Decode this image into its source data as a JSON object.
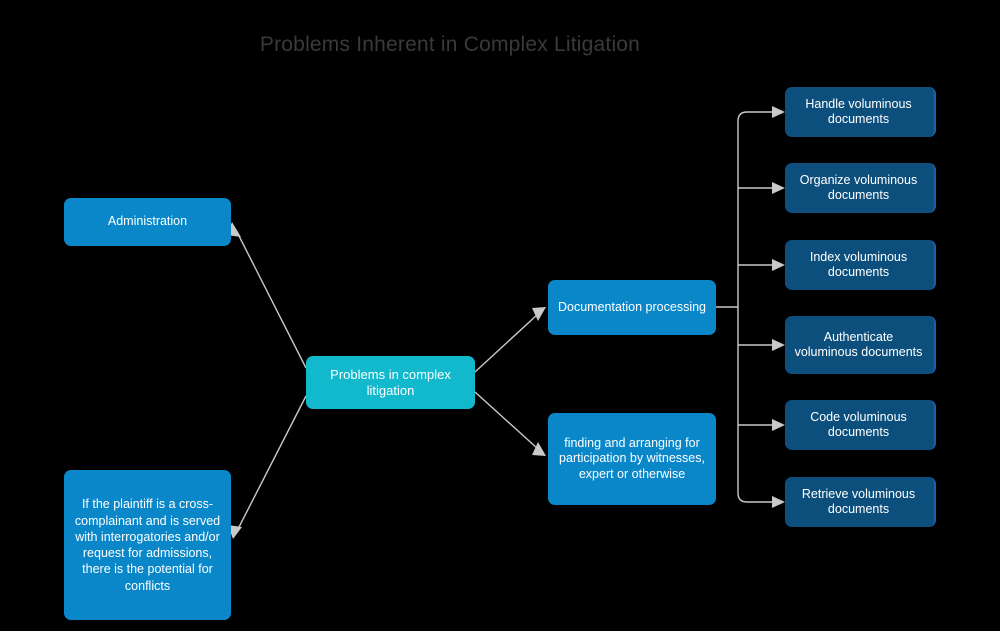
{
  "title": "Problems Inherent in Complex Litigation",
  "colors": {
    "background": "#000000",
    "title_text": "#3a3a3c",
    "node_blue": "#0a87c9",
    "node_cyan": "#12b9cc",
    "node_navy": "#0c4f7d",
    "node_navy_edge": "#1d5fa9",
    "connector": "#c9c9c9",
    "node_text": "#ffffff"
  },
  "nodes": {
    "center": {
      "label": "Problems in complex litigation"
    },
    "left": [
      {
        "id": "administration",
        "label": "Administration"
      },
      {
        "id": "plaintiff-conflicts",
        "label": "If the plaintiff is a cross-complainant and is served with interrogatories and/or request for admissions, there is the potential for conflicts"
      }
    ],
    "branches": [
      {
        "id": "documentation-processing",
        "label": "Documentation processing"
      },
      {
        "id": "finding-arranging-witnesses",
        "label": "finding and arranging for participation by witnesses, expert or otherwise"
      }
    ],
    "leaves": [
      {
        "id": "handle-voluminous-documents",
        "label": "Handle voluminous documents"
      },
      {
        "id": "organize-voluminous-documents",
        "label": "Organize voluminous documents"
      },
      {
        "id": "index-voluminous-documents",
        "label": "Index voluminous documents"
      },
      {
        "id": "authenticate-voluminous-documents",
        "label": "Authenticate voluminous documents"
      },
      {
        "id": "code-voluminous-documents",
        "label": "Code voluminous documents"
      },
      {
        "id": "retrieve-voluminous-documents",
        "label": "Retrieve voluminous documents"
      }
    ]
  }
}
